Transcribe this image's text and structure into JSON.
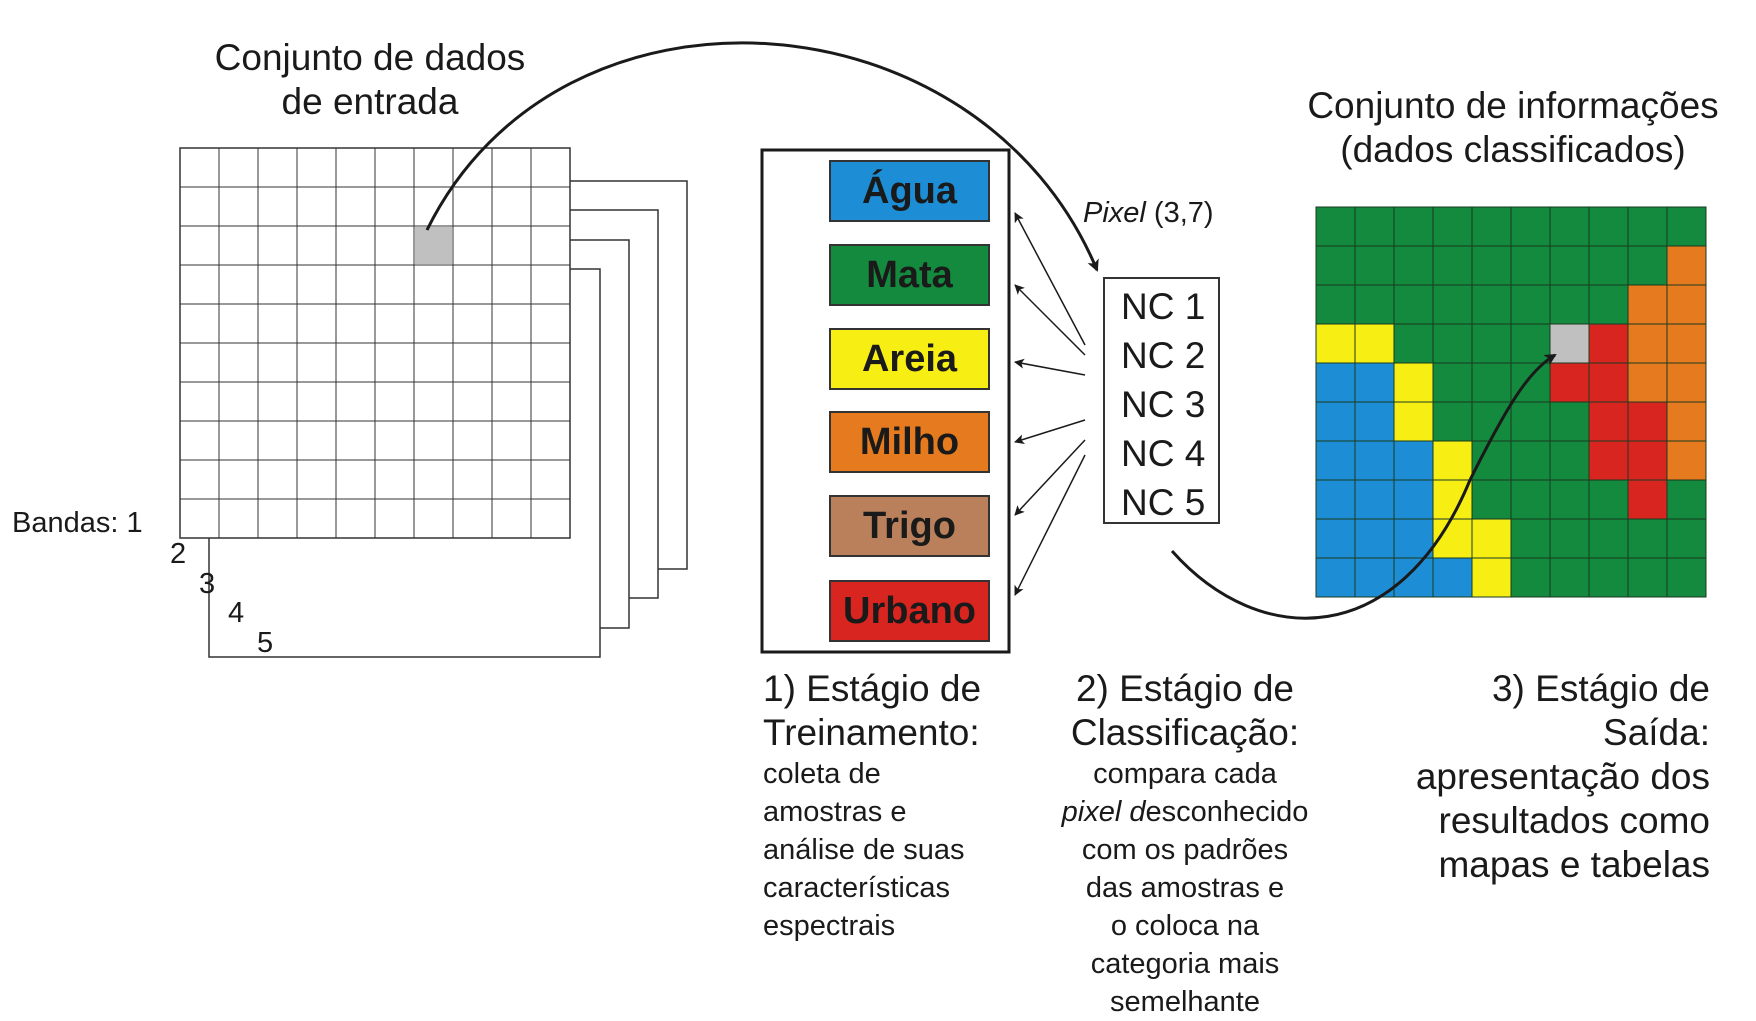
{
  "input": {
    "title_line1": "Conjunto de dados",
    "title_line2": "de entrada",
    "bands_label": "Bandas: 1",
    "band_numbers": [
      "2",
      "3",
      "4",
      "5"
    ]
  },
  "output": {
    "title_line1": "Conjunto de informações",
    "title_line2": "(dados classificados)"
  },
  "pixel_label": {
    "italic": "Pixel",
    "coords": " (3,7)"
  },
  "classes": [
    {
      "label": "Água",
      "color": "#1d8ed6"
    },
    {
      "label": "Mata",
      "color": "#138a3d"
    },
    {
      "label": "Areia",
      "color": "#f7ee14"
    },
    {
      "label": "Milho",
      "color": "#e57b1e"
    },
    {
      "label": "Trigo",
      "color": "#b9805b"
    },
    {
      "label": "Urbano",
      "color": "#d92520"
    }
  ],
  "nc": [
    "NC 1",
    "NC 2",
    "NC 3",
    "NC 4",
    "NC 5"
  ],
  "stages": {
    "training": {
      "title": [
        "1) Estágio de",
        "Treinamento:"
      ],
      "body": [
        "coleta de",
        "amostras e",
        "análise de suas",
        "características",
        "espectrais"
      ]
    },
    "classification": {
      "title": [
        "2) Estágio de",
        "Classificação:"
      ],
      "body_line1_italic": "pixel d",
      "body_line1_rest": "esconhecido",
      "body_line0": "compara cada",
      "body": [
        "com os padrões",
        "das amostras e",
        "o coloca na",
        "categoria mais",
        "semelhante"
      ]
    },
    "output": {
      "title": [
        "3) Estágio de",
        "Saída:"
      ],
      "body": [
        "apresentação dos",
        "resultados como",
        "mapas e tabelas"
      ]
    }
  },
  "classified_map": {
    "legend": {
      "B": "blue",
      "G": "green",
      "Y": "yellow",
      "O": "orange",
      "R": "red",
      "S": "gray"
    },
    "colors": {
      "B": "#1d8ed6",
      "G": "#138a3d",
      "Y": "#f7ee14",
      "O": "#e57b1e",
      "R": "#d92520",
      "S": "#c0c0c0"
    },
    "rows": [
      "GGGGGGGGGG",
      "GGGGGGGGGO",
      "GGGGGGGGOO",
      "YYGGGGSROO",
      "BBYGGGRROO",
      "BBYGGGGRRO",
      "BBBYGGGRRO",
      "BBBYGGGGRG",
      "BBBYYGGGGG",
      "BBBBYGGGGG"
    ]
  },
  "input_grid": {
    "rows": 10,
    "cols": 10,
    "highlight_row": 3,
    "highlight_col": 7,
    "highlight_color": "#c0c0c0"
  }
}
